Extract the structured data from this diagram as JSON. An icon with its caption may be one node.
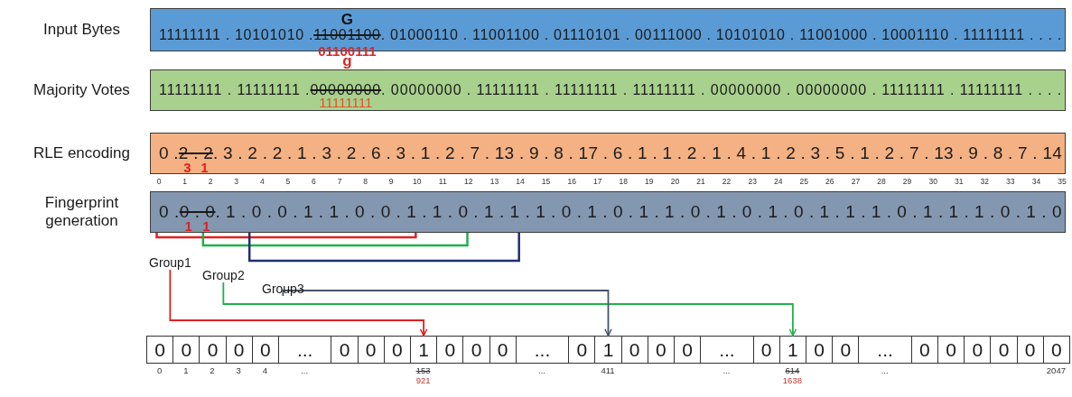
{
  "diagram": {
    "nodes": [
      {
        "text": [
          "11111111 . 10101010 .",
          "11001100",
          ". 01000110 . 11001100 . 01110101 . 00111000 . 10101010 . 11001000 . 10001110 . 11111111 . . . .",
          "G",
          "01100111"
        ],
        "beside": [
          "Input Bytes"
        ]
      },
      {
        "text": [
          "11111111 . 11111111 .",
          "00000000",
          ". 00000000 . 11111111 . 11111111 . 11111111 . 00000000 . 00000000 . 11111111 . 11111111 . . . .",
          "11111111"
        ],
        "beside": [
          "Majority Votes"
        ]
      },
      {
        "text": [
          "0 .",
          "2 . 2",
          ". 3 . 2 . 2 . 1 . 3 . 2 . 6 . 3 . 1 . 2 . 7 . 13 . 9 . 8 . 17 . 6 . 1 . 1 . 2 . 1 . 4 . 1 . 2 . 3 . 5 . 1 . 2 . 7 . 13 . 9 . 8 . 7 . 14",
          "3",
          "1"
        ],
        "beside": [
          "RLE encoding"
        ]
      },
      {
        "text": [
          "0 .",
          "0 . 0",
          ". 1 . 0 . 0 . 1 . 1 . 0 . 0 . 1 . 1 . 0 . 1 . 1 . 1 . 0 . 1 . 0 . 1 . 1 . 0 . 1 . 0 . 1 . 0 . 1 . 1 . 1 . 0 . 1 . 1 . 1 . 0 . 1 . 0",
          "1",
          "1"
        ],
        "beside": [
          "Fingerprint generation"
        ]
      },
      {
        "text": [
          "Group1"
        ]
      },
      {
        "text": [
          "Group2"
        ]
      },
      {
        "text": [
          "Group3"
        ]
      },
      {
        "text": [
          "0"
        ]
      },
      {
        "text": [
          "0"
        ]
      },
      {
        "text": [
          "0"
        ]
      },
      {
        "text": [
          "0"
        ]
      },
      {
        "text": [
          "0"
        ]
      },
      {
        "text": [
          "..."
        ]
      },
      {
        "text": [
          "0"
        ]
      },
      {
        "text": [
          "0"
        ]
      },
      {
        "text": [
          "0"
        ]
      },
      {
        "text": [
          "1"
        ]
      },
      {
        "text": [
          "0"
        ]
      },
      {
        "text": [
          "0"
        ]
      },
      {
        "text": [
          "0"
        ]
      },
      {
        "text": [
          "..."
        ]
      },
      {
        "text": [
          "0"
        ]
      },
      {
        "text": [
          "1"
        ]
      },
      {
        "text": [
          "0"
        ]
      },
      {
        "text": [
          "0"
        ]
      },
      {
        "text": [
          "0"
        ]
      },
      {
        "text": [
          "..."
        ]
      },
      {
        "text": [
          "0"
        ]
      },
      {
        "text": [
          "1"
        ]
      },
      {
        "text": [
          "0"
        ]
      },
      {
        "text": [
          "0"
        ]
      },
      {
        "text": [
          "..."
        ]
      },
      {
        "text": [
          "0"
        ]
      },
      {
        "text": [
          "0"
        ]
      },
      {
        "text": [
          "0"
        ]
      },
      {
        "text": [
          "0"
        ]
      },
      {
        "text": [
          "0"
        ]
      },
      {
        "text": [
          "0"
        ]
      }
    ],
    "edges": [
      {
        "from": 4,
        "to": 16,
        "arrow": "to",
        "color": "#e02020"
      },
      {
        "from": 5,
        "to": 28,
        "arrow": "to",
        "color": "#21b04b"
      },
      {
        "from": 6,
        "to": 22,
        "arrow": "to",
        "color": "#44546a"
      }
    ],
    "labels": [
      "g",
      "0",
      "1",
      "2",
      "3",
      "4",
      "5",
      "6",
      "7",
      "8",
      "9",
      "10",
      "11",
      "12",
      "13",
      "14",
      "15",
      "16",
      "17",
      "18",
      "19",
      "20",
      "21",
      "22",
      "23",
      "24",
      "25",
      "26",
      "27",
      "28",
      "29",
      "30",
      "31",
      "32",
      "33",
      "34",
      "35",
      "0",
      "1",
      "2",
      "3",
      "4",
      "...",
      "153",
      "921",
      "...",
      "411",
      "...",
      "614",
      "1638",
      "...",
      "2047"
    ]
  }
}
